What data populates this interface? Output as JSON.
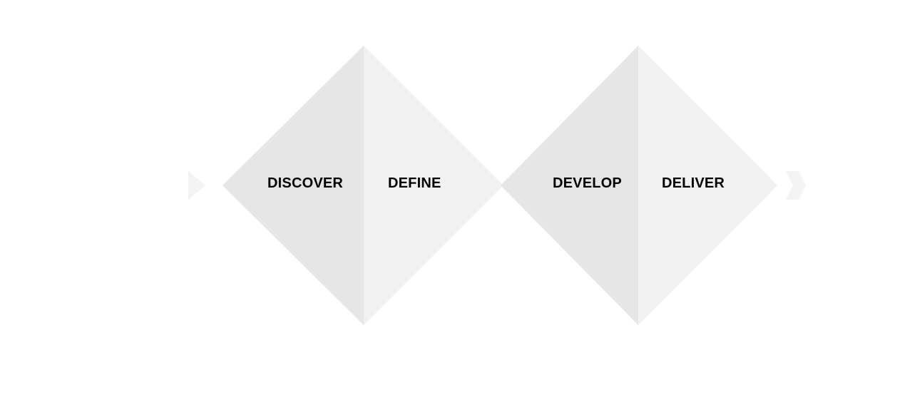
{
  "diagram": {
    "phases": [
      {
        "label": "DISCOVER",
        "shape": "left-half-triangle",
        "color": "#e6e6e6"
      },
      {
        "label": "DEFINE",
        "shape": "right-half-triangle",
        "color": "#f1f1f1"
      },
      {
        "label": "DEVELOP",
        "shape": "left-half-triangle",
        "color": "#e6e6e6"
      },
      {
        "label": "DELIVER",
        "shape": "right-half-triangle",
        "color": "#f1f1f1"
      }
    ],
    "start_marker_color": "#f3f3f3",
    "end_marker_color": "#f3f3f3"
  }
}
